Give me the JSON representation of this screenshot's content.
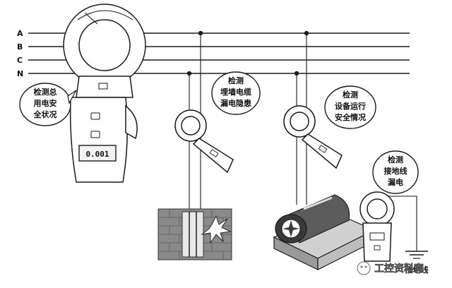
{
  "line_labels": [
    "A",
    "B",
    "C",
    "N"
  ],
  "meter": {
    "display_value": "0.001",
    "label_lines": [
      "检测总",
      "用电安",
      "全状况"
    ]
  },
  "callouts": [
    {
      "lines": [
        "检测",
        "埋墙电缆",
        "漏电隐患"
      ]
    },
    {
      "lines": [
        "检测",
        "设备运行",
        "安全情况"
      ]
    },
    {
      "lines": [
        "检测",
        "接地线",
        "漏电"
      ]
    }
  ],
  "ground_label": "接地线",
  "watermark": "工控资料窝"
}
